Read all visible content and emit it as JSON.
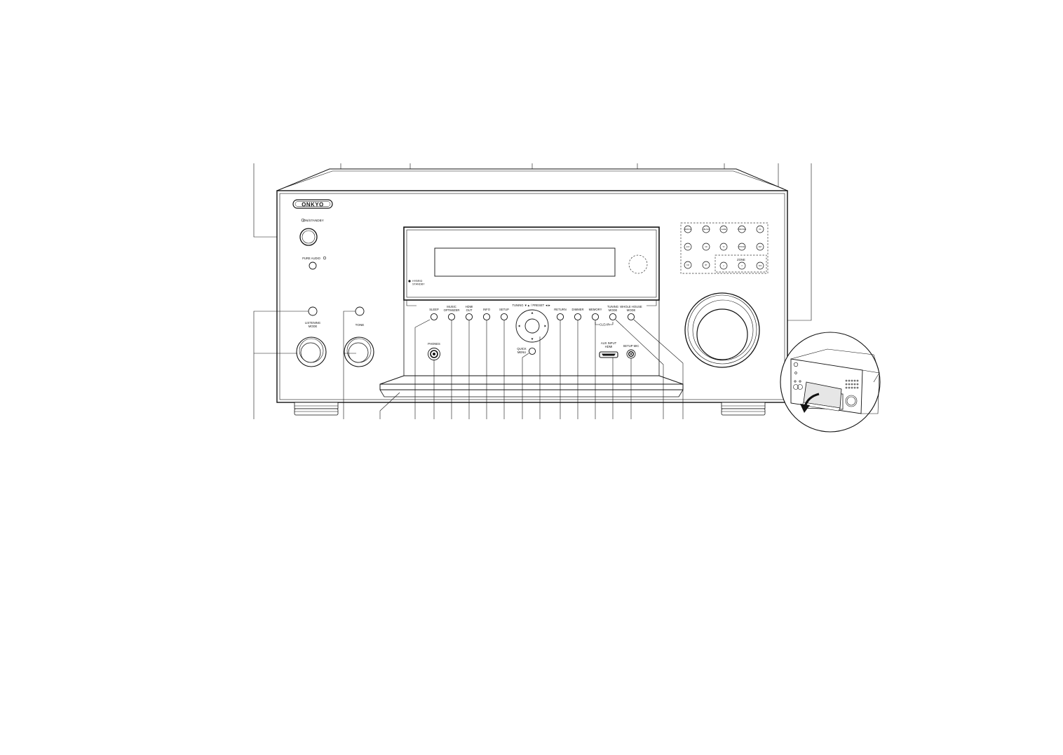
{
  "brand": "ONKYO",
  "power": {
    "label": "ON/STANDBY"
  },
  "pure_audio": {
    "label": "PURE AUDIO"
  },
  "hybrid_standby": {
    "line1": "HYBRID",
    "line2": "STANDBY"
  },
  "left_controls": {
    "listening_mode_line1": "LISTENING",
    "listening_mode_line2": "MODE",
    "tone": "TONE"
  },
  "panel_buttons": {
    "sleep": "SLEEP",
    "music_optimizer_line1": "MUSIC",
    "music_optimizer_line2": "OPTIMIZER",
    "hdmi_out_line1": "HDMI",
    "hdmi_out_line2": "OUT",
    "info": "INFO",
    "setup": "SETUP",
    "tuning_preset": "TUNING ▼▲ / PRESET ◄►",
    "quick_menu_line1": "QUICK",
    "quick_menu_line2": "MENU",
    "return": "RETURN",
    "dimmer": "DIMMER",
    "memory": "MEMORY",
    "tuning_mode_line1": "TUNING",
    "tuning_mode_line2": "MODE",
    "whole_house_line1": "WHOLE HOUSE",
    "whole_house_line2": "MODE",
    "clear": "CLEAR",
    "phones": "PHONES",
    "aux_input_line1": "AUX INPUT",
    "aux_input_line2": "HDMI",
    "setup_mic": "SETUP MIC"
  },
  "input_selectors": {
    "row1": [
      "BD/DVD",
      "CBL/SAT",
      "GAME",
      "STRM BOX",
      "PC"
    ],
    "row2": [
      "AUX",
      "CD",
      "TV",
      "PHONO",
      "NET"
    ],
    "row3": [
      "FM",
      "BT"
    ]
  },
  "zone": {
    "label": "ZONE",
    "buttons": [
      "2",
      "3",
      "OFF"
    ]
  }
}
